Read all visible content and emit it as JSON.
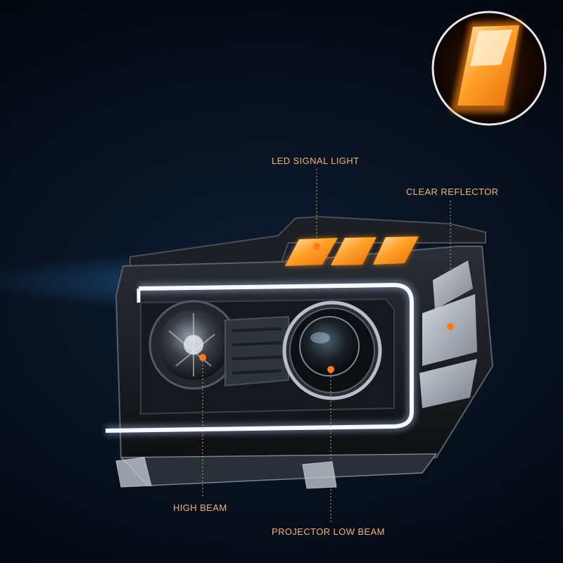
{
  "callouts": {
    "led_signal_light": "LED SIGNAL LIGHT",
    "clear_reflector": "CLEAR REFLECTOR",
    "high_beam": "HIGH BEAM",
    "projector_low_beam": "PROJECTOR LOW BEAM"
  },
  "colors": {
    "label": "#f3b47a",
    "marker": "#ff7a1a",
    "amber_led": "#ff9a1f",
    "drl_light": "#f4f8ff",
    "background": "#08111f"
  }
}
